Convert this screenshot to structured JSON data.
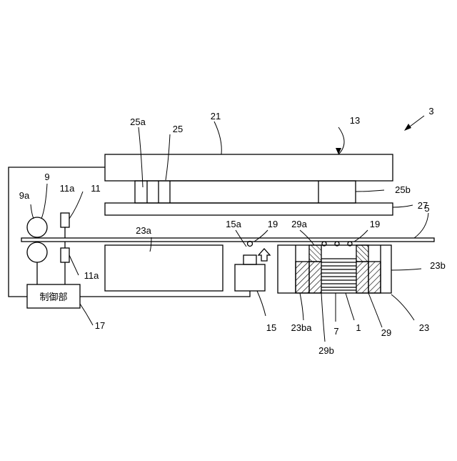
{
  "labels": {
    "device": "3",
    "upper_die": "13",
    "upper_plate": "21",
    "punch_holder": "25",
    "punch_holder_left": "25a",
    "punch_holder_right": "25b",
    "stripper": "27",
    "strip": "5",
    "feeder": "9",
    "feeder_roller": "9a",
    "sensor": "11",
    "sensor_upper": "11a",
    "sensor_lower": "11a",
    "die_block_left": "23a",
    "die_block_right": "23b",
    "lower_die": "23",
    "die_part": "23ba",
    "pilot_left": "19",
    "pilot_right": "19",
    "pusher_head": "15a",
    "pusher": "15",
    "controller_ref": "17",
    "cylinder_top": "29a",
    "cylinder": "29",
    "cylinder_part": "29b",
    "laminate": "7",
    "core": "1"
  },
  "controller": {
    "name": "制御部"
  }
}
